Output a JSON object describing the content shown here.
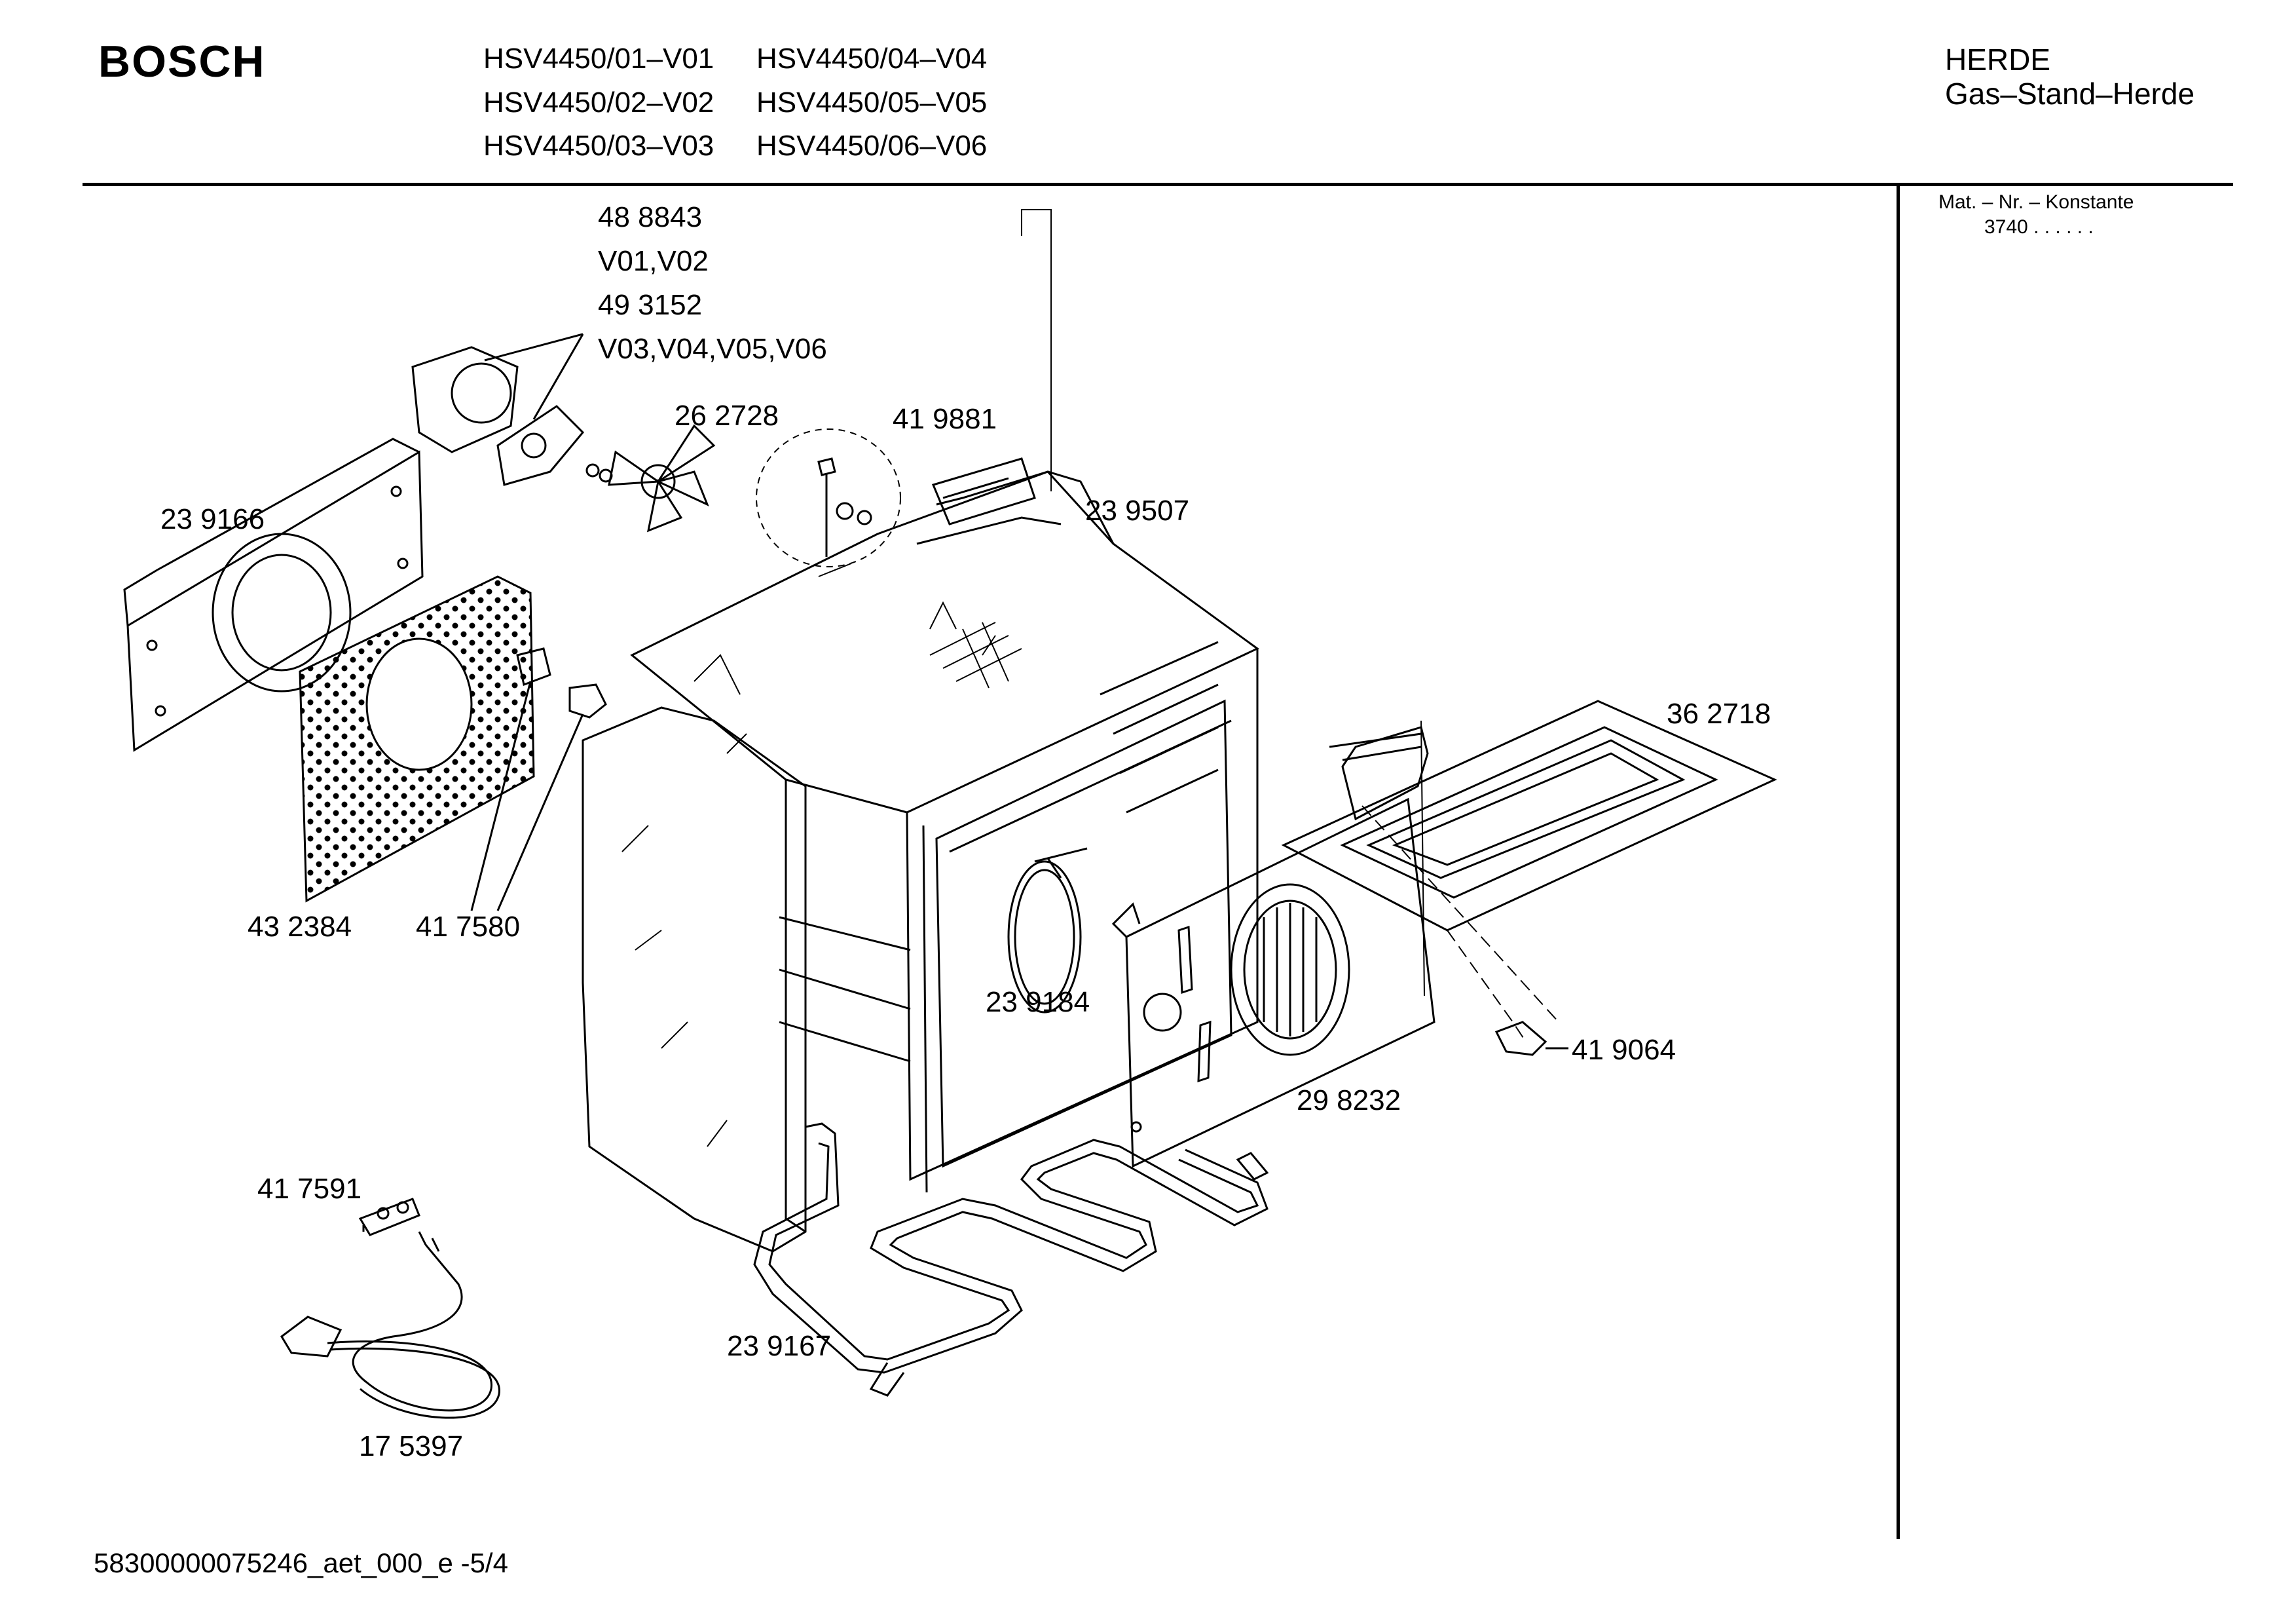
{
  "brand": "BOSCH",
  "models": [
    "HSV4450/01–V01",
    "HSV4450/04–V04",
    "HSV4450/02–V02",
    "HSV4450/05–V05",
    "HSV4450/03–V03",
    "HSV4450/06–V06"
  ],
  "category": {
    "line1": "HERDE",
    "line2": "Gas–Stand–Herde"
  },
  "mat": {
    "label": "Mat. – Nr. – Konstante",
    "value": "3740 .  .  .  .  .  ."
  },
  "parts": {
    "p488843": "48 8843",
    "v0102": "V01,V02",
    "p493152": "49 3152",
    "v0306": "V03,V04,V05,V06",
    "p262728": "26 2728",
    "p419881": "41 9881",
    "p239507": "23 9507",
    "p239166": "23 9166",
    "p362718": "36 2718",
    "p432384": "43 2384",
    "p417580": "41 7580",
    "p239184": "23 9184",
    "p419064": "41 9064",
    "p298232": "29 8232",
    "p417591": "41 7591",
    "p239167": "23 9167",
    "p175397": "17 5397"
  },
  "footer": "58300000075246_aet_000_e -5/4"
}
